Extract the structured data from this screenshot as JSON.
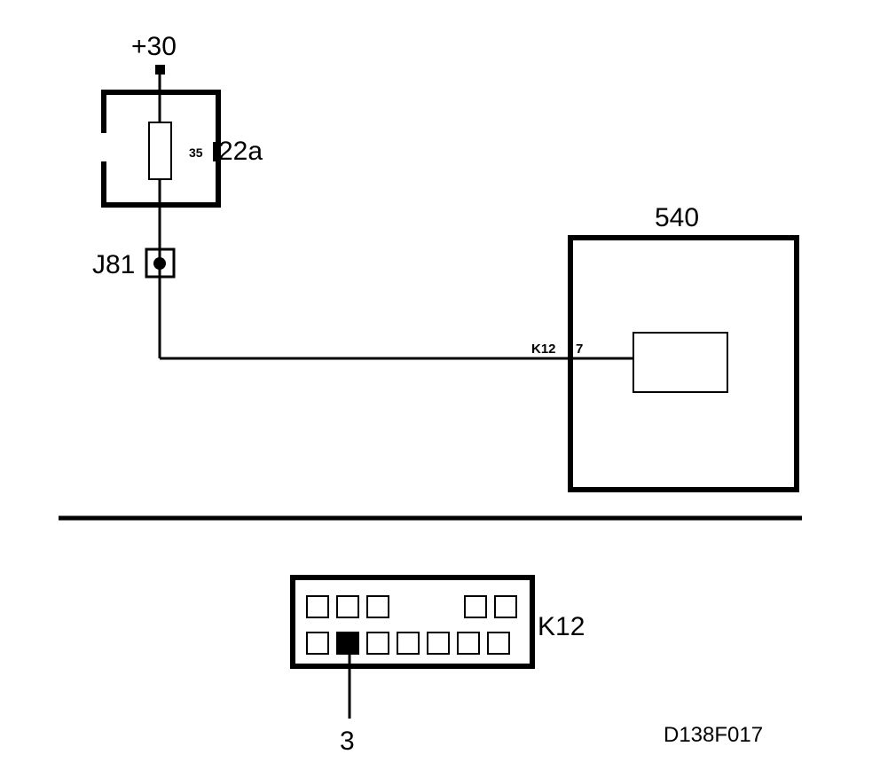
{
  "diagram": {
    "supply_label": "+30",
    "fuse_box": {
      "id_label": "22a",
      "pin_label": "35"
    },
    "junction": {
      "label": "J81"
    },
    "module": {
      "label": "540",
      "connector_label": "K12",
      "pin_label": "7"
    },
    "connector_detail": {
      "label": "K12",
      "top_row_pins": 5,
      "bottom_row_pins": 7,
      "highlighted_pin_label": "3"
    },
    "drawing_id": "D138F017"
  }
}
